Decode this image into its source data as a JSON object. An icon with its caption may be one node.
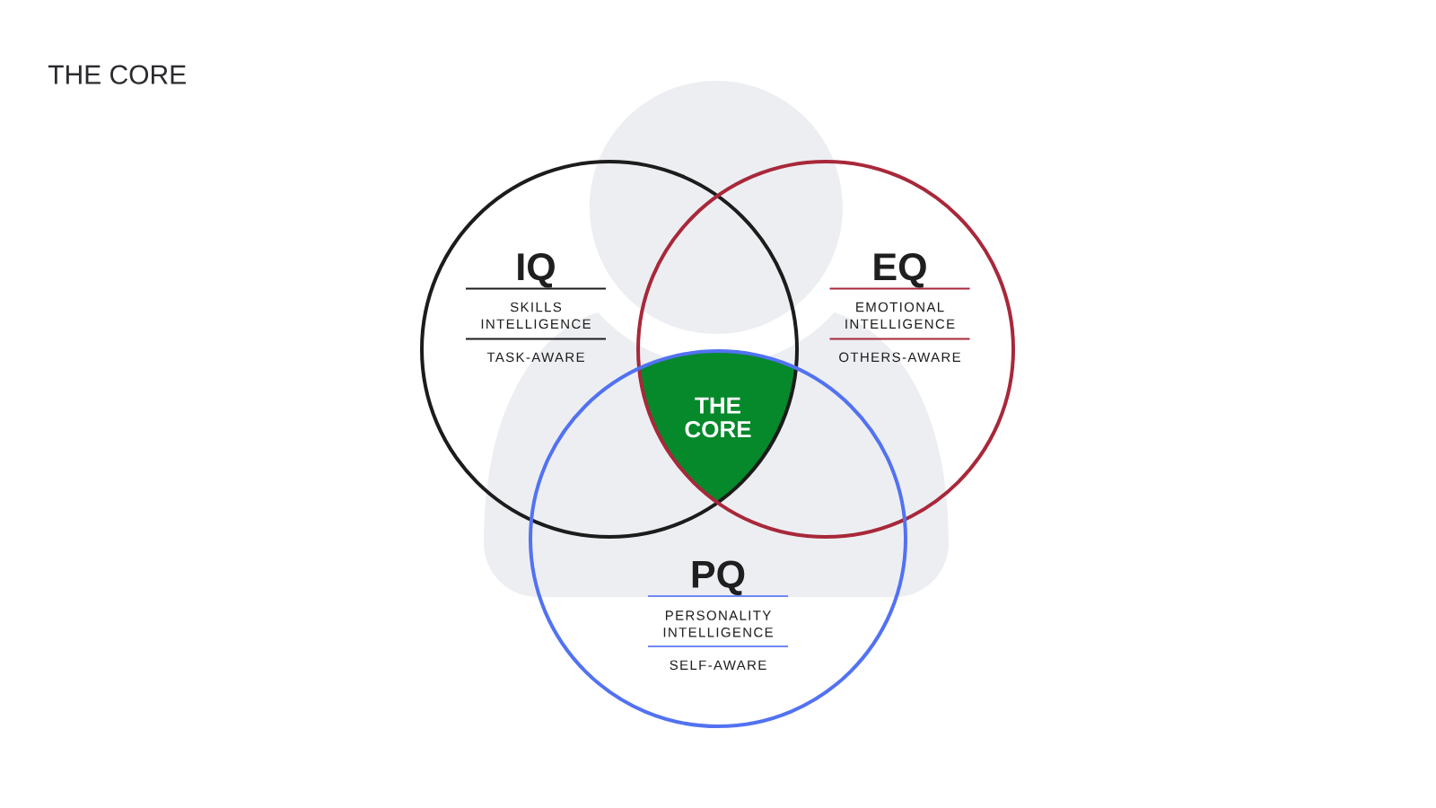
{
  "diagram": {
    "title": "THE CORE",
    "nodes": [
      {
        "text": [
          "IQ",
          "SKILLS INTELLIGENCE",
          "TASK-AWARE"
        ]
      },
      {
        "text": [
          "EQ",
          "EMOTIONAL INTELLIGENCE",
          "OTHERS-AWARE"
        ]
      },
      {
        "text": [
          "THE CORE"
        ]
      },
      {
        "text": [
          "PQ",
          "PERSONALITY INTELLIGENCE",
          "SELF-AWARE"
        ]
      }
    ]
  }
}
